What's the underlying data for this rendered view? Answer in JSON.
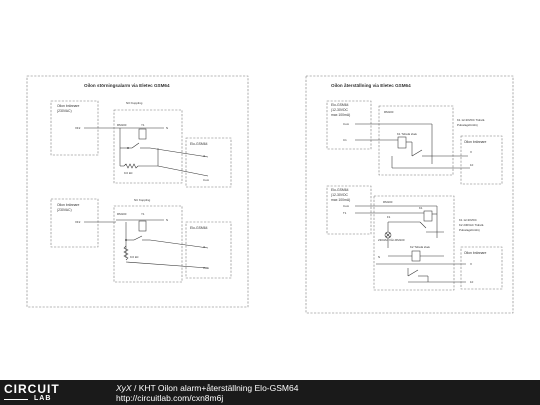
{
  "left": {
    "title": "Oilon störningsalarm via Eletec GSM64",
    "burner1": {
      "title": "Oilon brännare",
      "volt": "(230VAC)",
      "pin": "XF2"
    },
    "relay1": {
      "model": "RM100",
      "coil": "Y1",
      "pin": "N",
      "label": "NO Koppling",
      "res": "9.6 kΩ"
    },
    "gsm1": {
      "title": "Elo-GSM64",
      "pin": "I1",
      "com": "Com"
    },
    "burner2": {
      "title": "Oilon brännare",
      "volt": "(230VAC)",
      "pin": "XF2"
    },
    "relay2": {
      "model": "RM100",
      "coil": "Y1",
      "pin": "N",
      "label": "NC Koppling",
      "res": "9.6 kΩ"
    },
    "gsm2": {
      "title": "Elo-GSM64",
      "pin": "I1",
      "com": "Com"
    }
  },
  "right": {
    "title": "Oilon återställning via Eletec GSM64",
    "gsm_a": {
      "l1": "Elo-GSM64",
      "l2": "(12-30VDC",
      "l3": "max 100mA)",
      "pin_com": "Com",
      "pin": "C1"
    },
    "relay_a": {
      "model": "RM100",
      "coil": "K1 Tidrelä 2sek"
    },
    "note_a": {
      "l1": "K1 12-30VDC Tidrelä",
      "l2": "Pulsslagsfördröj"
    },
    "burner_a": {
      "title": "Oilon brännare",
      "pin1": "X",
      "pin2": "10"
    },
    "gsm_b": {
      "l1": "Elo-GSM64",
      "l2": "(12-30VDC",
      "l3": "max 100mA)",
      "pin_com": "Com",
      "pin": "T1"
    },
    "relay_b": {
      "model": "RM100",
      "coil": "K1",
      "f": "F1",
      "lamp": "230VAC från RM100",
      "k2": "K2 Tidrelä 2sek",
      "n": "N"
    },
    "note_b": {
      "l1": "K1 12-30VDC",
      "l2": "K2 230VAC Tidrelä",
      "l3": "Pulsslagsfördröj"
    },
    "burner_b": {
      "title": "Oilon brännare",
      "pin1": "X",
      "pin2": "10"
    }
  },
  "footer": {
    "logo_top": "CIRCUIT",
    "logo_bottom": "LAB",
    "author": "XyX",
    "separator": " / ",
    "title": "KHT Oilon alarm+återställning Elo-GSM64",
    "url": "http://circuitlab.com/cxn8m6j"
  }
}
